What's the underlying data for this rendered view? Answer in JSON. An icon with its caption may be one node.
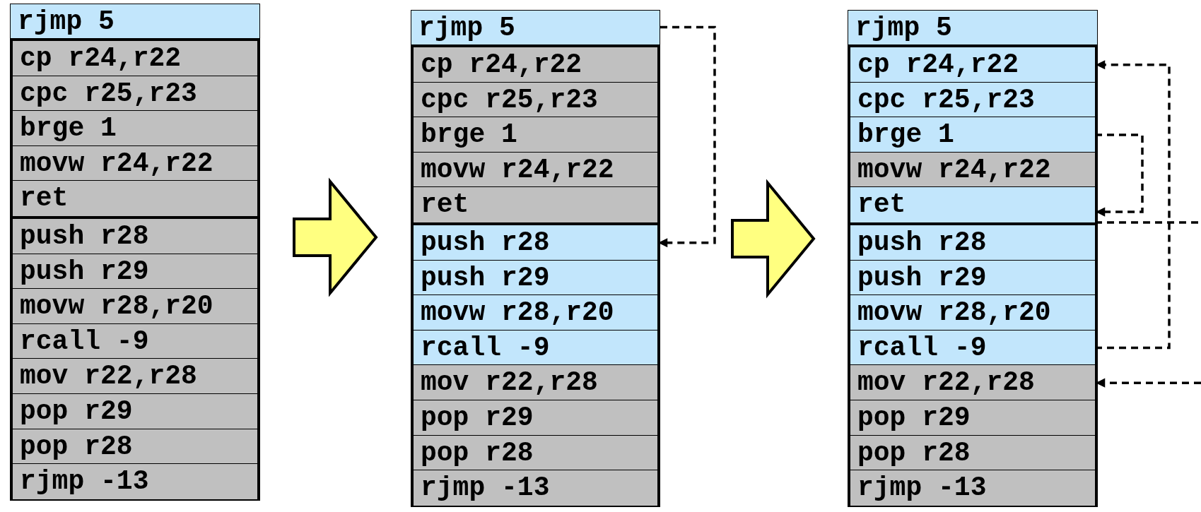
{
  "diagram": {
    "nodes": [
      {
        "text": [
          "rjmp 5"
        ]
      },
      {
        "text": [],
        "shape": "box"
      },
      {
        "text": [
          "cp r24,r22"
        ],
        "in": 1
      },
      {
        "text": [
          "cpc r25,r23"
        ],
        "in": 1
      },
      {
        "text": [
          "brge 1"
        ],
        "in": 1
      },
      {
        "text": [
          "movw r24,r22"
        ],
        "in": 1
      },
      {
        "text": [
          "ret"
        ],
        "in": 1
      },
      {
        "text": [],
        "shape": "box"
      },
      {
        "text": [
          "push r28"
        ],
        "in": 7
      },
      {
        "text": [
          "push r29"
        ],
        "in": 7
      },
      {
        "text": [
          "movw r28,r20"
        ],
        "in": 7
      },
      {
        "text": [
          "rcall -9"
        ],
        "in": 7
      },
      {
        "text": [
          "mov r22,r28"
        ],
        "in": 7
      },
      {
        "text": [
          "pop r29"
        ],
        "in": 7
      },
      {
        "text": [
          "pop r28"
        ],
        "in": 7
      },
      {
        "text": [
          "rjmp -13"
        ],
        "in": 7
      },
      {
        "text": [
          "rjmp 5"
        ]
      },
      {
        "text": [],
        "shape": "box"
      },
      {
        "text": [
          "cp r24,r22"
        ],
        "in": 17
      },
      {
        "text": [
          "cpc r25,r23"
        ],
        "in": 17
      },
      {
        "text": [
          "brge 1"
        ],
        "in": 17
      },
      {
        "text": [
          "movw r24,r22"
        ],
        "in": 17
      },
      {
        "text": [
          "ret"
        ],
        "in": 17
      },
      {
        "text": [],
        "shape": "box"
      },
      {
        "text": [
          "push r28"
        ],
        "in": 23
      },
      {
        "text": [
          "push r29"
        ],
        "in": 23
      },
      {
        "text": [
          "movw r28,r20"
        ],
        "in": 23
      },
      {
        "text": [
          "rcall -9"
        ],
        "in": 23
      },
      {
        "text": [
          "mov r22,r28"
        ],
        "in": 23
      },
      {
        "text": [
          "pop r29"
        ],
        "in": 23
      },
      {
        "text": [
          "pop r28"
        ],
        "in": 23
      },
      {
        "text": [
          "rjmp -13"
        ],
        "in": 23
      },
      {
        "text": [
          "rjmp 5"
        ]
      },
      {
        "text": [],
        "shape": "box"
      },
      {
        "text": [
          "cp r24,r22"
        ],
        "in": 33
      },
      {
        "text": [
          "cpc r25,r23"
        ],
        "in": 33
      },
      {
        "text": [
          "brge 1"
        ],
        "in": 33
      },
      {
        "text": [
          "movw r24,r22"
        ],
        "in": 33
      },
      {
        "text": [
          "ret"
        ],
        "in": 33
      },
      {
        "text": [],
        "shape": "box"
      },
      {
        "text": [
          "push r28"
        ],
        "in": 39
      },
      {
        "text": [
          "push r29"
        ],
        "in": 39
      },
      {
        "text": [
          "movw r28,r20"
        ],
        "in": 39
      },
      {
        "text": [
          "rcall -9"
        ],
        "in": 39
      },
      {
        "text": [
          "mov r22,r28"
        ],
        "in": 39
      },
      {
        "text": [
          "pop r29"
        ],
        "in": 39
      },
      {
        "text": [
          "pop r28"
        ],
        "in": 39
      },
      {
        "text": [
          "rjmp -13"
        ],
        "in": 39
      }
    ],
    "edges": [
      {
        "from": 7,
        "to": 23,
        "arrow": "to",
        "style": "thick",
        "color": "#ffff80"
      },
      {
        "from": 16,
        "to": 24,
        "arrow": "to",
        "style": "dashed"
      },
      {
        "from": 23,
        "to": 39,
        "arrow": "to",
        "style": "thick",
        "color": "#ffff80"
      },
      {
        "from": 43,
        "to": 34,
        "arrow": "to",
        "style": "dashed"
      },
      {
        "from": 36,
        "to": 38,
        "arrow": "to",
        "style": "dashed"
      },
      {
        "from": 38,
        "to": null,
        "arrow": "none",
        "style": "dashed"
      },
      {
        "from": null,
        "to": 44,
        "arrow": "to",
        "style": "dashed"
      }
    ]
  }
}
